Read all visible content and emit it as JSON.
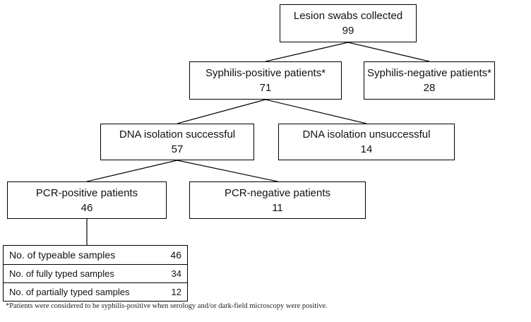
{
  "nodes": {
    "root": {
      "label": "Lesion swabs collected",
      "value": "99"
    },
    "syph_pos": {
      "label": "Syphilis-positive patients*",
      "value": "71"
    },
    "syph_neg": {
      "label": "Syphilis-negative patients*",
      "value": "28"
    },
    "dna_ok": {
      "label": "DNA isolation successful",
      "value": "57"
    },
    "dna_fail": {
      "label": "DNA isolation unsuccessful",
      "value": "14"
    },
    "pcr_pos": {
      "label": "PCR-positive patients",
      "value": "46"
    },
    "pcr_neg": {
      "label": "PCR-negative patients",
      "value": "11"
    }
  },
  "table": [
    {
      "label": "No. of typeable samples",
      "value": "46"
    },
    {
      "label": "No. of fully typed samples",
      "value": "34"
    },
    {
      "label": "No. of partially typed samples",
      "value": "12"
    }
  ],
  "footnote": "*Patients were considered to be syphilis-positive when serology and/or dark-field microscopy were positive."
}
